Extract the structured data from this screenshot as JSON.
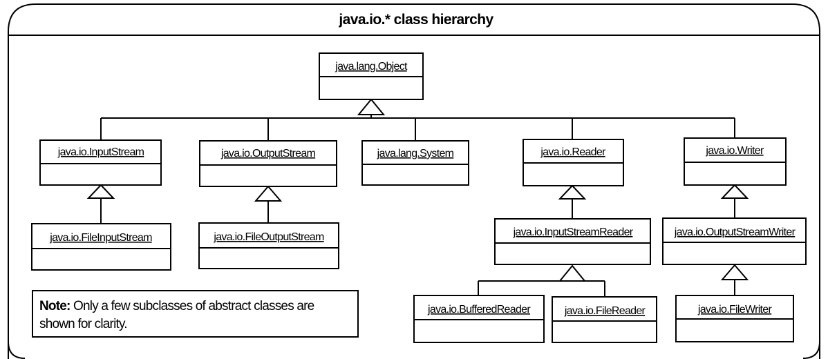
{
  "title": "java.io.* class hierarchy",
  "classes": {
    "object": "java.lang.Object",
    "input_stream": "java.io.InputStream",
    "output_stream": "java.io.OutputStream",
    "system": "java.lang.System",
    "reader": "java.io.Reader",
    "writer": "java.io.Writer",
    "file_input_stream": "java.io.FileInputStream",
    "file_output_stream": "java.io.FileOutputStream",
    "input_stream_reader": "java.io.InputStreamReader",
    "output_stream_writer": "java.io.OutputStreamWriter",
    "buffered_reader": "java.io.BufferedReader",
    "file_reader": "java.io.FileReader",
    "file_writer": "java.io.FileWriter"
  },
  "note": {
    "label": "Note:",
    "text": "Only a few subclasses of abstract classes are shown for clarity."
  }
}
